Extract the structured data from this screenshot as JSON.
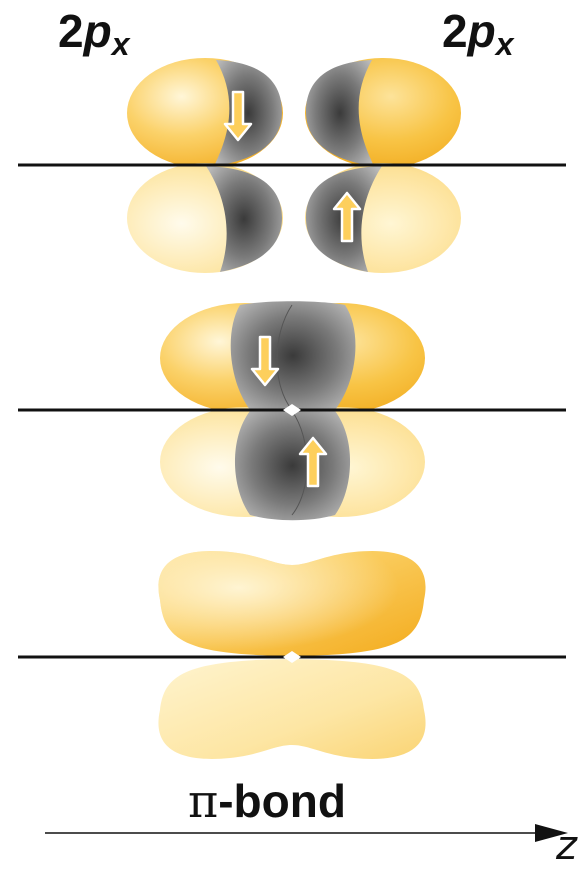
{
  "labels": {
    "left_orbital": {
      "num": "2",
      "var": "p",
      "sub": "x"
    },
    "right_orbital": {
      "num": "2",
      "var": "p",
      "sub": "x"
    },
    "bond": {
      "symbol": "π",
      "text": "-bond"
    },
    "axis": "z"
  },
  "colors": {
    "lobe_light": "#fff3c6",
    "lobe_mid": "#fbd777",
    "lobe_dark": "#f2a918",
    "overlap_light": "#b8b8b8",
    "overlap_dark": "#3e3e3e",
    "spin_arrow_fill": "#fdcf5c",
    "spin_arrow_stroke": "#ffffff",
    "axis_line": "#111111"
  },
  "stages": [
    {
      "name": "separate-orbitals",
      "spins": [
        "down",
        "up"
      ]
    },
    {
      "name": "overlapping-orbitals",
      "spins": [
        "down",
        "up"
      ]
    },
    {
      "name": "pi-bond"
    }
  ]
}
